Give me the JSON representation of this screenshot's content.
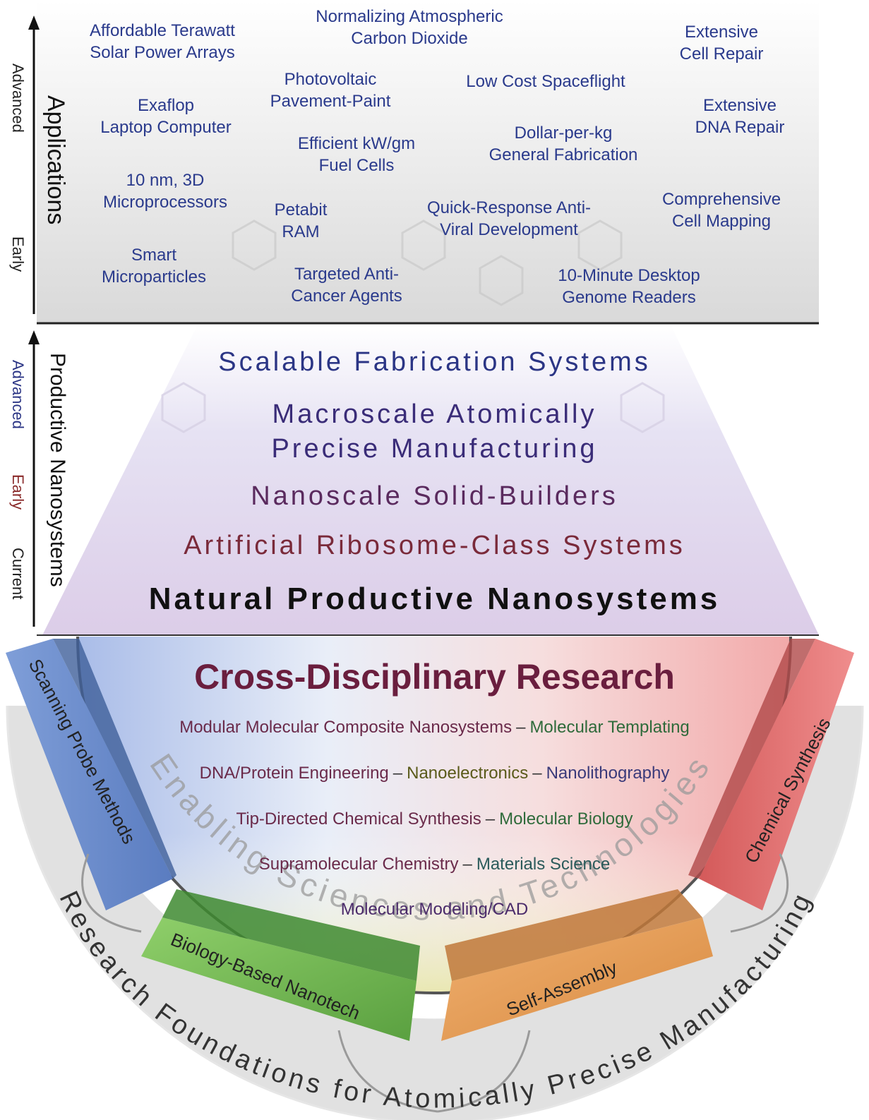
{
  "applications": {
    "axis_label": "Applications",
    "level_advanced": "Advanced",
    "level_early": "Early",
    "items": [
      "Normalizing Atmospheric\nCarbon Dioxide",
      "Affordable Terawatt\nSolar Power Arrays",
      "Extensive\nCell Repair",
      "Photovoltaic\nPavement-Paint",
      "Low Cost Spaceflight",
      "Exaflop\nLaptop Computer",
      "Extensive\nDNA Repair",
      "Dollar-per-kg\nGeneral Fabrication",
      "Efficient kW/gm\nFuel Cells",
      "10 nm, 3D\nMicroprocessors",
      "Comprehensive\nCell Mapping",
      "Petabit\nRAM",
      "Quick-Response Anti-\nViral Development",
      "Smart\nMicroparticles",
      "Targeted Anti-\nCancer Agents",
      "10-Minute Desktop\nGenome Readers"
    ]
  },
  "nanosystems": {
    "axis_label": "Productive Nanosystems",
    "level_advanced": "Advanced",
    "level_early": "Early",
    "level_current": "Current",
    "tiers": [
      "Scalable Fabrication Systems",
      "Macroscale Atomically\nPrecise Manufacturing",
      "Nanoscale Solid-Builders",
      "Artificial Ribosome-Class Systems",
      "Natural Productive Nanosystems"
    ]
  },
  "research": {
    "title": "Cross-Disciplinary Research",
    "rows": [
      [
        "Modular Molecular Composite Nanosystems",
        "Molecular Templating"
      ],
      [
        "DNA/Protein Engineering",
        "Nanoelectronics",
        "Nanolithography"
      ],
      [
        "Tip-Directed Chemical Synthesis",
        "Molecular Biology"
      ],
      [
        "Supramolecular Chemistry",
        "Materials Science"
      ],
      [
        "Molecular Modeling/CAD"
      ]
    ],
    "separator": "–",
    "enabling_arc_text": "Enabling Sciences and Technologies",
    "foundations_arc_text": "Research Foundations for Atomically Precise Manufacturing",
    "panels": {
      "scanning_probe": "Scanning Probe Methods",
      "biology": "Biology-Based Nanotech",
      "self_assembly": "Self-Assembly",
      "chemical": "Chemical Synthesis"
    }
  },
  "colors": {
    "app_text": "#2a3a8c",
    "tier_blue": "#2b3585",
    "tier_purple": "#4a2a6a",
    "tier_red": "#7a2a3a",
    "tier_black": "#111111",
    "blue_panel": "#6d8fd0",
    "green_panel": "#7abd5a",
    "orange_panel": "#e3a060",
    "red_panel": "#e07070"
  }
}
